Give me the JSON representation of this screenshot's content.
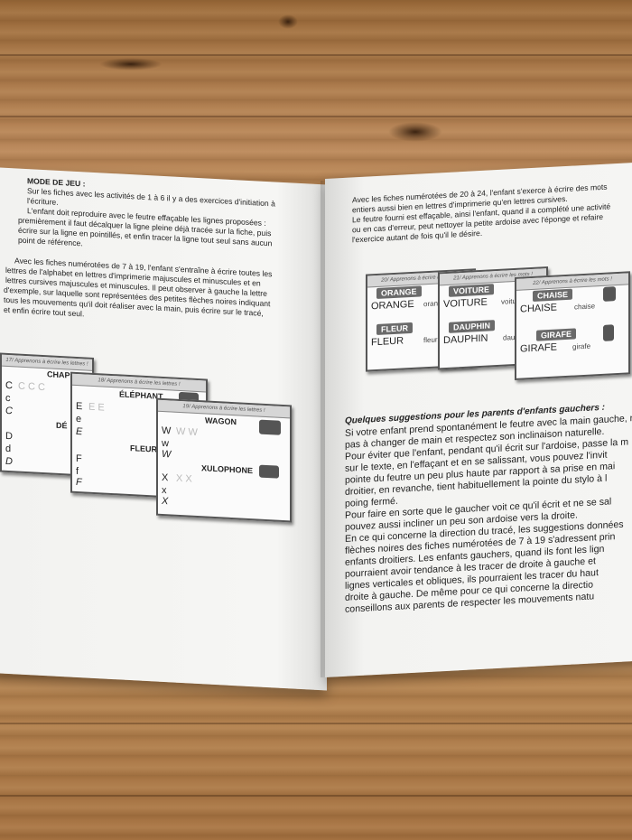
{
  "left_page": {
    "heading": "MODE DE JEU :",
    "para1": [
      "Sur les fiches avec les activités de 1 à 6 il y a des exercices d'initiation à",
      "l'écriture.",
      "L'enfant doit reproduire avec le feutre effaçable les lignes proposées :",
      "premièrement il faut décalquer la ligne pleine déjà tracée sur la fiche, puis",
      "écrire sur la ligne en pointillés, et enfin tracer la ligne tout seul sans aucun",
      "point de référence."
    ],
    "para2": [
      "Avec les fiches numérotées de 7 à 19, l'enfant s'entraîne à écrire toutes les",
      "lettres de l'alphabet en lettres d'imprimerie majuscules et minuscules et en",
      "lettres cursives majuscules et minuscules. Il peut observer à gauche la lettre",
      "d'exemple, sur laquelle sont représentées des petites flèches noires indiquant",
      "tous les mouvements qu'il doit réaliser avec la main, puis écrire sur le tracé,",
      "et enfin écrire tout seul."
    ],
    "cards": [
      {
        "header": "17/ Apprenons à écrire les lettres !",
        "word": "CHAPEAU",
        "word2": "DÉ",
        "letters": [
          "C",
          "c",
          "C",
          "D",
          "d",
          "D"
        ]
      },
      {
        "header": "18/ Apprenons à écrire les lettres !",
        "word": "ÉLÉPHANT",
        "word2": "FLEUR",
        "letters": [
          "E",
          "e",
          "E",
          "F",
          "f",
          "F"
        ]
      },
      {
        "header": "19/ Apprenons à écrire les lettres !",
        "word": "WAGON",
        "word2": "XULOPHONE",
        "letters": [
          "W",
          "w",
          "W",
          "X",
          "x",
          "X"
        ]
      }
    ]
  },
  "right_page": {
    "para1": [
      "Avec les fiches numérotées de 20 à 24, l'enfant s'exerce à écrire des mots",
      "entiers aussi bien en lettres d'imprimerie qu'en lettres cursives.",
      "Le feutre fourni est effaçable, ainsi l'enfant, quand il a complété une activité",
      "ou en cas d'erreur, peut nettoyer la petite ardoise avec l'éponge et refaire",
      "l'exercice autant de fois qu'il le désire."
    ],
    "cards": [
      {
        "header": "20/ Apprenons à écrire les mots !",
        "w1": "ORANGE",
        "w1b": "ORANGE",
        "w1c": "orange",
        "w2": "FLEUR",
        "w2b": "FLEUR",
        "w2c": "fleur"
      },
      {
        "header": "21/ Apprenons à écrire les mots !",
        "w1": "VOITURE",
        "w1b": "VOITURE",
        "w1c": "voiture",
        "w2": "DAUPHIN",
        "w2b": "DAUPHIN",
        "w2c": "dauphin"
      },
      {
        "header": "22/ Apprenons à écrire les mots !",
        "w1": "CHAISE",
        "w1b": "CHAISE",
        "w1c": "chaise",
        "w2": "GIRAFE",
        "w2b": "GIRAFE",
        "w2c": "girafe"
      }
    ],
    "heading": "Quelques suggestions pour les parents d'enfants gauchers :",
    "para2": [
      "Si votre enfant prend spontanément le feutre avec la main gauche, n",
      "pas à changer de main et respectez son inclinaison naturelle.",
      "Pour éviter que l'enfant, pendant qu'il écrit sur l'ardoise, passe la m",
      "sur le texte,  en l'effaçant et en se salissant, vous pouvez l'invit",
      "pointe du feutre un peu plus haute par rapport à sa prise en mai",
      "droitier, en revanche, tient habituellement la pointe du stylo à l",
      "poing fermé.",
      "Pour faire en sorte que le gaucher voit ce qu'il écrit et ne se sal",
      "pouvez aussi incliner un peu son ardoise vers la droite.",
      "En ce qui concerne la direction du tracé, les suggestions données",
      "flèches noires des fiches numérotées de 7 à 19 s'adressent prin",
      "enfants droitiers. Les enfants gauchers, quand ils font les lign",
      "pourraient avoir tendance à les tracer de droite à gauche et",
      "lignes verticales et obliques, ils pourraient les tracer du haut",
      "droite à gauche. De même pour ce qui concerne la directio",
      "conseillons aux parents de respecter les mouvements natu"
    ]
  }
}
